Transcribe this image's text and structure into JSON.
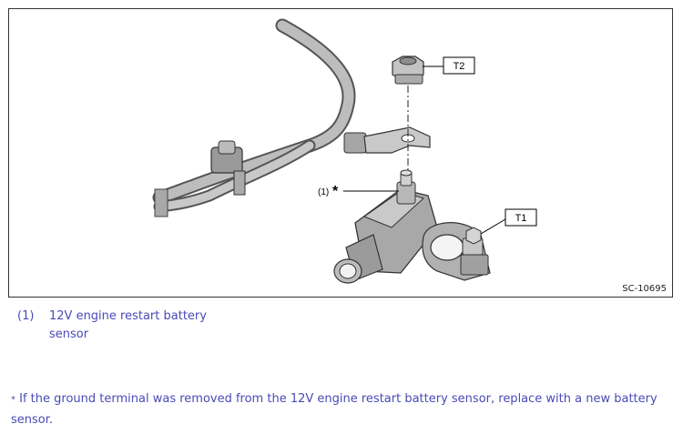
{
  "figure": {
    "code": "SC-10695",
    "callouts": {
      "t2": "T2",
      "t1": "T1",
      "item1": "(1)",
      "asterisk": "*"
    }
  },
  "legend": [
    {
      "number": "(1)",
      "text": "12V engine restart battery sensor"
    }
  ],
  "note": {
    "symbol": "*",
    "text": "If the ground terminal was removed from the 12V engine restart battery sensor, replace with a new battery sensor."
  }
}
